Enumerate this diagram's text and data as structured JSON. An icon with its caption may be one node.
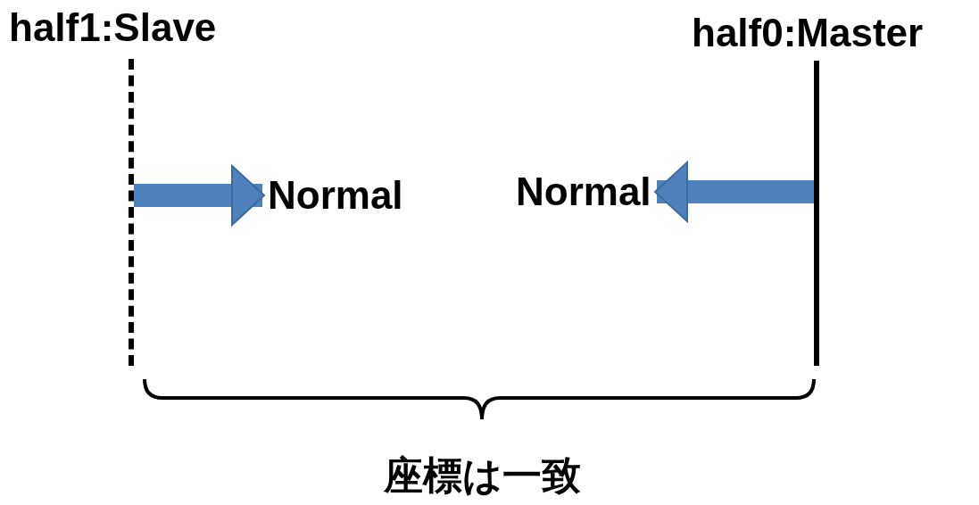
{
  "diagram": {
    "nodes": [
      {
        "text": [
          "half1:Slave"
        ]
      },
      {
        "text": [
          "half0:Master"
        ]
      },
      {
        "text": [
          "Normal"
        ]
      },
      {
        "text": [
          "Normal"
        ]
      }
    ],
    "edges": [
      {
        "from": 0,
        "to": 2,
        "arrow": "to"
      },
      {
        "from": 1,
        "to": 3,
        "arrow": "to"
      }
    ],
    "labels": [
      "座標は一致"
    ]
  }
}
